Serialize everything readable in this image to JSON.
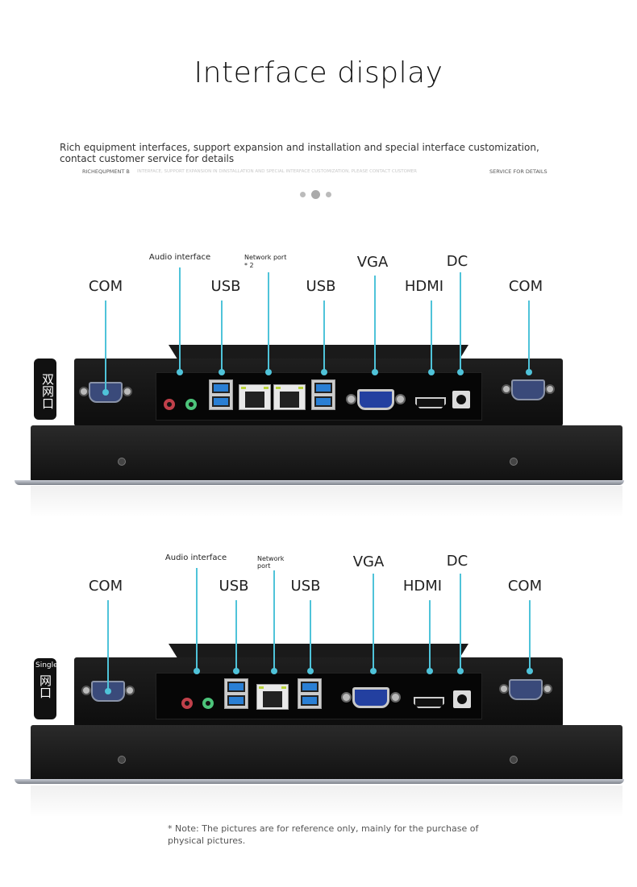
{
  "header": {
    "title": "Interface display",
    "subtitle": "Rich equipment interfaces, support expansion and installation and special interface customization, contact customer service for details",
    "subtitle_caps_left": "RICHEQUPMENT B",
    "subtitle_caps_faded": "INTERFACE, SUPPORT EXPANSION IN DINSTALLATION AND SPECIAL INTERFACE CUSTOMIZATION, PLEASE CONTACT CUSTOMER",
    "subtitle_caps_right": "SERVICE FOR DETAILS"
  },
  "carousel": {
    "dots": 3,
    "active": 1
  },
  "dual_lan_model": {
    "badge": "双网口",
    "labels": {
      "com_left": "COM",
      "audio": "Audio interface",
      "usb1": "USB",
      "network": "Network port",
      "network_count": "* 2",
      "usb2": "USB",
      "vga": "VGA",
      "hdmi": "HDMI",
      "dc": "DC",
      "com_right": "COM"
    }
  },
  "single_lan_model": {
    "badge_top": "Single",
    "badge_bottom": "网口",
    "labels": {
      "com_left": "COM",
      "audio": "Audio interface",
      "usb1": "USB",
      "network": "Network port",
      "usb2": "USB",
      "vga": "VGA",
      "hdmi": "HDMI",
      "dc": "DC",
      "com_right": "COM"
    }
  },
  "footer": {
    "note": "* Note: The pictures are for reference only, mainly for the purchase of physical pictures."
  },
  "colors": {
    "callout": "#4fc3d9",
    "device": "#111111"
  }
}
